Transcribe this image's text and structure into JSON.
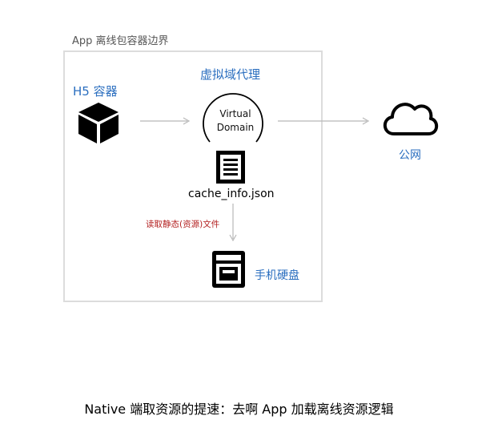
{
  "boundary": {
    "title": "App 离线包容器边界"
  },
  "h5": {
    "title": "H5 容器"
  },
  "proxy": {
    "title": "虚拟域代理",
    "node_line1": "Virtual",
    "node_line2": "Domain"
  },
  "public": {
    "label": "公网"
  },
  "cache": {
    "label": "cache_info.json"
  },
  "read_edge": {
    "label": "读取静态(资源)文件"
  },
  "disk": {
    "label": "手机硬盘"
  },
  "caption": "Native 端取资源的提速：去啊 App 加载离线资源逻辑",
  "icons": {
    "h5": "cube-icon",
    "public": "cloud-icon",
    "cache": "document-icon",
    "disk": "cabinet-icon"
  },
  "colors": {
    "accent": "#2a6ebf",
    "edge_label": "#b32020",
    "boundary": "#dcdcdc",
    "arrow": "#b8b8b8"
  }
}
